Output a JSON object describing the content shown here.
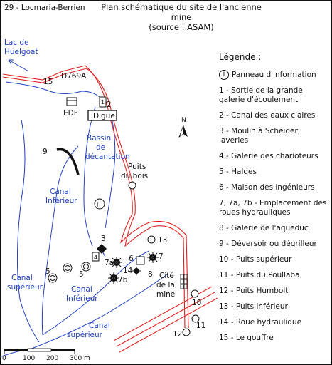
{
  "corner_label": "29 - Locmaria-Berrien",
  "title": [
    "Plan schématique du site de l'ancienne mine",
    "(source : ASAM)"
  ],
  "map": {
    "water": [
      "Lac de",
      "Huelgoat"
    ],
    "road": "D769A",
    "edf": "EDF",
    "digue": "Digue",
    "bassin": [
      "Bassin",
      "de",
      "décantation"
    ],
    "puits_bois": [
      "Puits",
      "du bois"
    ],
    "canal_inferieur_1": [
      "Canal",
      "Inférieur"
    ],
    "canal_inferieur_2": [
      "Canal",
      "Inférieur"
    ],
    "canal_superieur_1": [
      "Canal",
      "supérieur"
    ],
    "canal_superieur_2": [
      "Canal",
      "supérieur"
    ],
    "cite": [
      "Cité",
      "de la",
      "mine"
    ],
    "north": "N",
    "info_symbol": "I",
    "numbers": {
      "n1": "1",
      "n2": "2",
      "n3": "3",
      "n4": "4",
      "n5a": "5",
      "n5b": "5",
      "n6": "6",
      "n7": "7",
      "n7a": "7a",
      "n7b": "7b",
      "n8": "8",
      "n9": "9",
      "n10": "10",
      "n11": "11",
      "n12": "12",
      "n13": "13",
      "n14": "14",
      "n15": "15"
    },
    "scale": [
      "0",
      "100",
      "200",
      "300 m"
    ]
  },
  "legend": {
    "title": "Légende :",
    "info_symbol": "I",
    "info_label": "Panneau d'information",
    "items": [
      "1 - Sortie de la grande galerie d'écoulement",
      "2 - Canal des eaux claires",
      "3 - Moulin à Scheider, laveries",
      "4 - Galerie des charioteurs",
      "5 - Haldes",
      "6 - Maison des ingénieurs",
      "7, 7a, 7b - Emplacement des roues hydrauliques",
      "8 - Galerie de l'aqueduc",
      "9 - Déversoir ou dégrilleur",
      "10 - Puits supérieur",
      "11 - Puits du Poullaba",
      "12 - Puits Humbolt",
      "13 - Puits inférieur",
      "14 - Roue hydraulique",
      "15 - Le gouffre"
    ]
  },
  "colors": {
    "water": "#1f3fbf",
    "road": "#e02020",
    "ink": "#111111"
  }
}
